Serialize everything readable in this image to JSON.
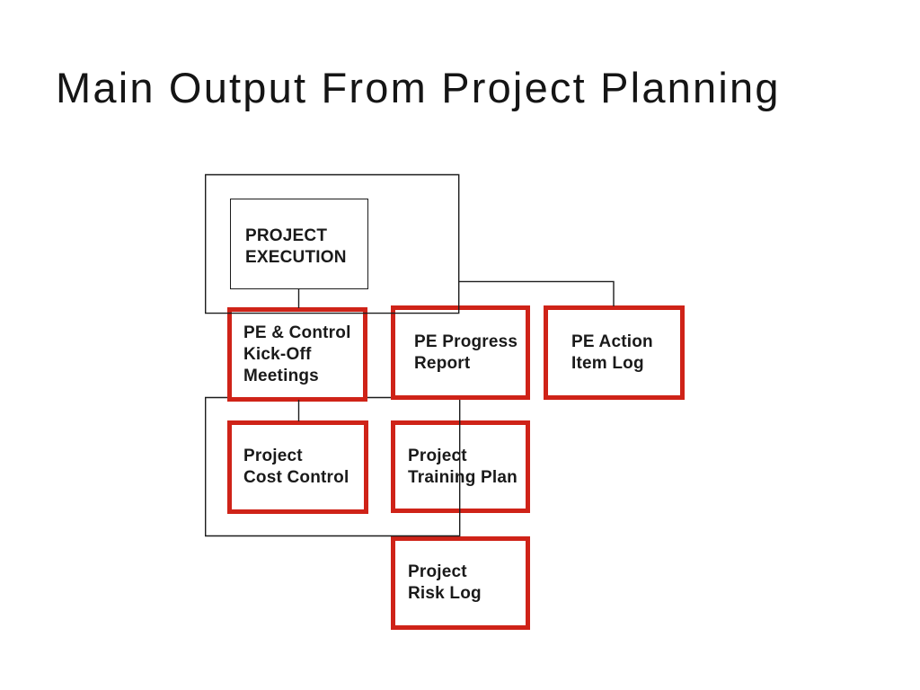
{
  "slide": {
    "title": "Main Output From Project Planning"
  },
  "colors": {
    "background": "#ffffff",
    "box_border_red": "#cf2318",
    "connector_black": "#1c1c1c",
    "text": "#1a1a1a"
  },
  "diagram": {
    "root_box": {
      "label": "PROJECT\nEXECUTION"
    },
    "boxes": {
      "kickoff": {
        "label": "PE & Control\nKick-Off\nMeetings"
      },
      "progress": {
        "label": "PE Progress\nReport"
      },
      "action": {
        "label": "PE Action\nItem Log"
      },
      "cost": {
        "label": "Project\nCost Control"
      },
      "training": {
        "label": "Project\nTraining Plan"
      },
      "risk": {
        "label": "Project\nRisk Log"
      }
    }
  }
}
